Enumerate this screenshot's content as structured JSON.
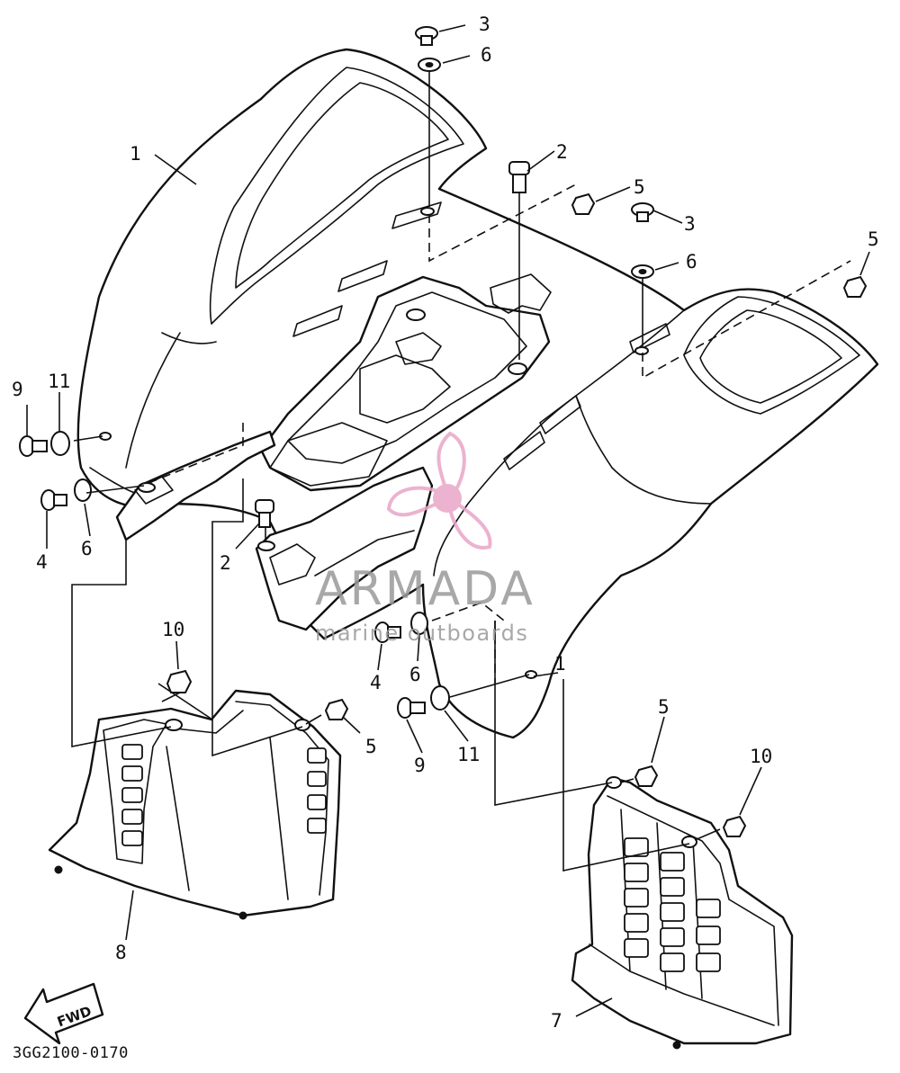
{
  "diagram": {
    "drawing_code": "3GG2100-0170",
    "direction_label": "FWD",
    "callouts": [
      {
        "ref": "c1a",
        "label": "1"
      },
      {
        "ref": "c1b",
        "label": "1"
      },
      {
        "ref": "c2a",
        "label": "2"
      },
      {
        "ref": "c2b",
        "label": "2"
      },
      {
        "ref": "c3a",
        "label": "3"
      },
      {
        "ref": "c3b",
        "label": "3"
      },
      {
        "ref": "c4a",
        "label": "4"
      },
      {
        "ref": "c4b",
        "label": "4"
      },
      {
        "ref": "c5a",
        "label": "5"
      },
      {
        "ref": "c5b",
        "label": "5"
      },
      {
        "ref": "c5c",
        "label": "5"
      },
      {
        "ref": "c5d",
        "label": "5"
      },
      {
        "ref": "c6a",
        "label": "6"
      },
      {
        "ref": "c6b",
        "label": "6"
      },
      {
        "ref": "c6c",
        "label": "6"
      },
      {
        "ref": "c6d",
        "label": "6"
      },
      {
        "ref": "c7",
        "label": "7"
      },
      {
        "ref": "c8",
        "label": "8"
      },
      {
        "ref": "c9a",
        "label": "9"
      },
      {
        "ref": "c9b",
        "label": "9"
      },
      {
        "ref": "c10a",
        "label": "10"
      },
      {
        "ref": "c10b",
        "label": "10"
      },
      {
        "ref": "c11a",
        "label": "11"
      },
      {
        "ref": "c11b",
        "label": "11"
      }
    ]
  },
  "watermark": {
    "name": "ARMADA",
    "tagline": "marine outboards",
    "colors": {
      "logo_pink": "#e8a6c8",
      "text_gray": "#9a9a9a"
    }
  }
}
